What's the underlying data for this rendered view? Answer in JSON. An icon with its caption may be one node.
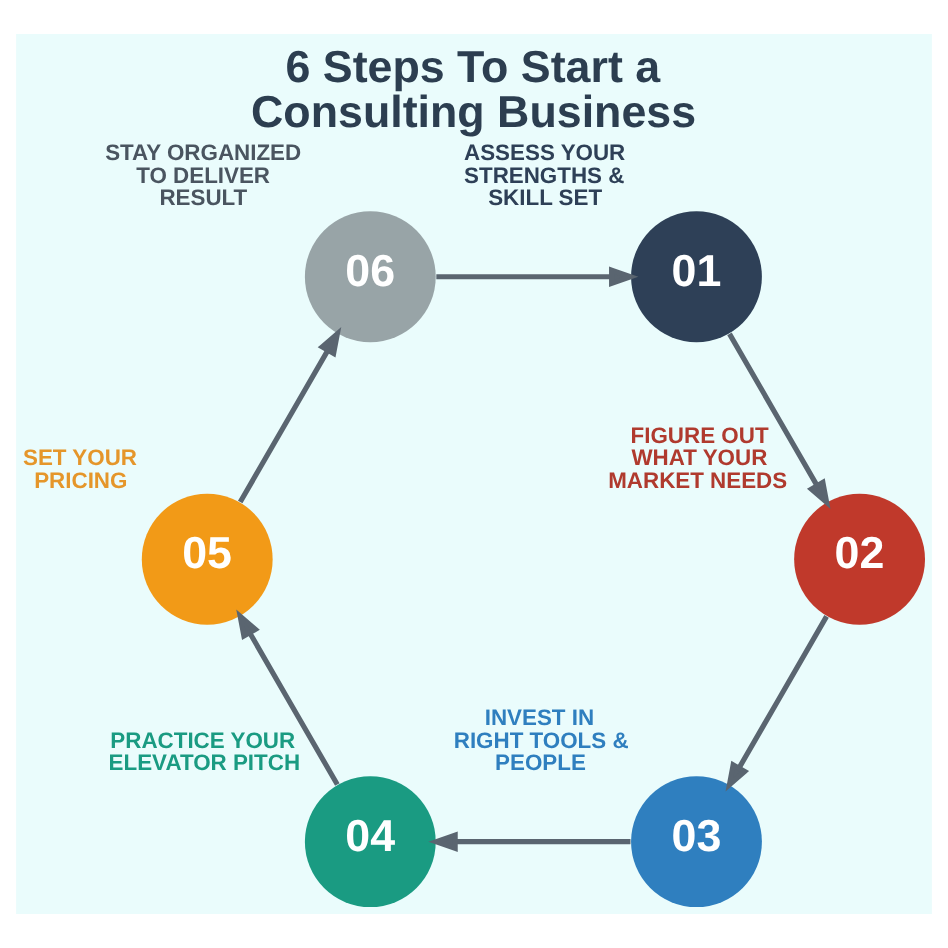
{
  "diagram": {
    "title": "6 Steps To Start a Consulting Business",
    "nodes": [
      {
        "text": [
          "01"
        ],
        "beside": [
          "ASSESS YOUR STRENGTHS & SKILL SET"
        ]
      },
      {
        "text": [
          "02"
        ],
        "beside": [
          "FIGURE OUT WHAT YOUR MARKET NEEDS"
        ]
      },
      {
        "text": [
          "03"
        ],
        "beside": [
          "INVEST IN RIGHT TOOLS & PEOPLE"
        ]
      },
      {
        "text": [
          "04"
        ],
        "beside": [
          "PRACTICE YOUR ELEVATOR PITCH"
        ]
      },
      {
        "text": [
          "05"
        ],
        "beside": [
          "SET YOUR PRICING"
        ]
      },
      {
        "text": [
          "06"
        ],
        "beside": [
          "STAY ORGANIZED TO DELIVER RESULT"
        ]
      }
    ],
    "edges": [
      {
        "from": 0,
        "to": 1,
        "arrow": "to"
      },
      {
        "from": 1,
        "to": 2,
        "arrow": "to"
      },
      {
        "from": 2,
        "to": 3,
        "arrow": "to"
      },
      {
        "from": 3,
        "to": 4,
        "arrow": "to"
      },
      {
        "from": 4,
        "to": 5,
        "arrow": "to"
      },
      {
        "from": 5,
        "to": 0,
        "arrow": "to"
      }
    ]
  }
}
